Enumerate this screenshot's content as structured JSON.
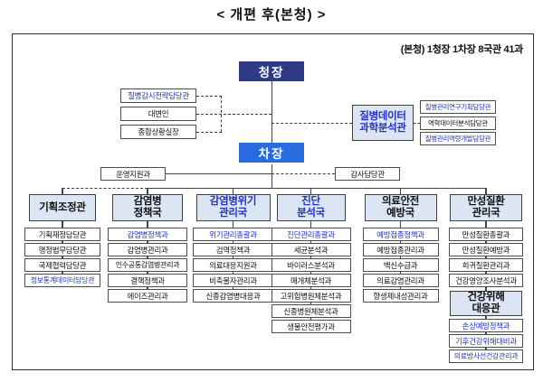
{
  "title": "< 개편 후(본청) >",
  "annotation": "(본청) 1청장 1차장 8국관 41과",
  "colors": {
    "commissioner_bg": "#2e3a85",
    "vice_commissioner_bg": "#2a6ce0",
    "bureau_header_bg": "#dbe5f4",
    "emphasis_text": "#2233c2"
  },
  "top": {
    "commissioner": "청장",
    "vice_commissioner": "차장"
  },
  "staff_left": [
    {
      "label": "질병감시전략담당관",
      "emphasis": true
    },
    {
      "label": "대변인",
      "emphasis": false
    },
    {
      "label": "종합상황실장",
      "emphasis": false
    }
  ],
  "data_science": {
    "line1": "질병데이터",
    "line2": "과학분석관",
    "emphasis": true,
    "subs": [
      {
        "label": "질병관리연구기획담당관",
        "emphasis": true
      },
      {
        "label": "역학데이터분석담당관",
        "emphasis": false
      },
      {
        "label": "질병관리역량개발담당관",
        "emphasis": true
      }
    ]
  },
  "vice_row": {
    "left": "운영지원과",
    "right": "감사담당관"
  },
  "columns": [
    {
      "header_lines": [
        "기획조정관"
      ],
      "header_emphasis": false,
      "items": [
        {
          "label": "기획재정담당관",
          "emphasis": false
        },
        {
          "label": "행정법무담당관",
          "emphasis": false
        },
        {
          "label": "국제협력담당관",
          "emphasis": false
        },
        {
          "label": "정보통계데이터담당관",
          "emphasis": true
        }
      ]
    },
    {
      "header_lines": [
        "감염병",
        "정책국"
      ],
      "header_emphasis": false,
      "items": [
        {
          "label": "감염병정책과",
          "emphasis": true
        },
        {
          "label": "감염병관리과",
          "emphasis": false
        },
        {
          "label": "인수공통감염병관리과",
          "emphasis": false
        },
        {
          "label": "결핵정책과",
          "emphasis": false
        },
        {
          "label": "에이즈관리과",
          "emphasis": false
        }
      ]
    },
    {
      "header_lines": [
        "감염병위기",
        "관리국"
      ],
      "header_emphasis": true,
      "items": [
        {
          "label": "위기관리총괄과",
          "emphasis": true
        },
        {
          "label": "검역정책과",
          "emphasis": false
        },
        {
          "label": "의료대응지원과",
          "emphasis": false
        },
        {
          "label": "비축물자관리과",
          "emphasis": false
        },
        {
          "label": "신종감염병대응과",
          "emphasis": false
        }
      ]
    },
    {
      "header_lines": [
        "진단",
        "분석국"
      ],
      "header_emphasis": true,
      "items": [
        {
          "label": "진단관리총괄과",
          "emphasis": true
        },
        {
          "label": "세균분석과",
          "emphasis": false
        },
        {
          "label": "바이러스분석과",
          "emphasis": false
        },
        {
          "label": "매개체분석과",
          "emphasis": false
        },
        {
          "label": "고위험병원체분석과",
          "emphasis": false
        },
        {
          "label": "신종병원체분석과",
          "emphasis": false
        },
        {
          "label": "생물안전평가과",
          "emphasis": false
        }
      ]
    },
    {
      "header_lines": [
        "의료안전",
        "예방국"
      ],
      "header_emphasis": false,
      "items": [
        {
          "label": "예방접종정책과",
          "emphasis": true
        },
        {
          "label": "예방접종관리과",
          "emphasis": false
        },
        {
          "label": "백신수급과",
          "emphasis": false
        },
        {
          "label": "의료감염관리과",
          "emphasis": false
        },
        {
          "label": "항생제내성관리과",
          "emphasis": false
        }
      ]
    },
    {
      "header_lines": [
        "만성질환",
        "관리국"
      ],
      "header_emphasis": false,
      "items": [
        {
          "label": "만성질환총괄과",
          "emphasis": false
        },
        {
          "label": "만성질환예방과",
          "emphasis": false
        },
        {
          "label": "희귀질환관리과",
          "emphasis": false
        },
        {
          "label": "건강영양조사분석과",
          "emphasis": false
        }
      ]
    }
  ],
  "hazard": {
    "header_lines": [
      "건강위해",
      "대응관"
    ],
    "header_emphasis": false,
    "items": [
      {
        "label": "손상예방정책과",
        "emphasis": true
      },
      {
        "label": "기후건강위해대비과",
        "emphasis": true
      },
      {
        "label": "의료방사선건강관리과",
        "emphasis": true
      }
    ]
  }
}
